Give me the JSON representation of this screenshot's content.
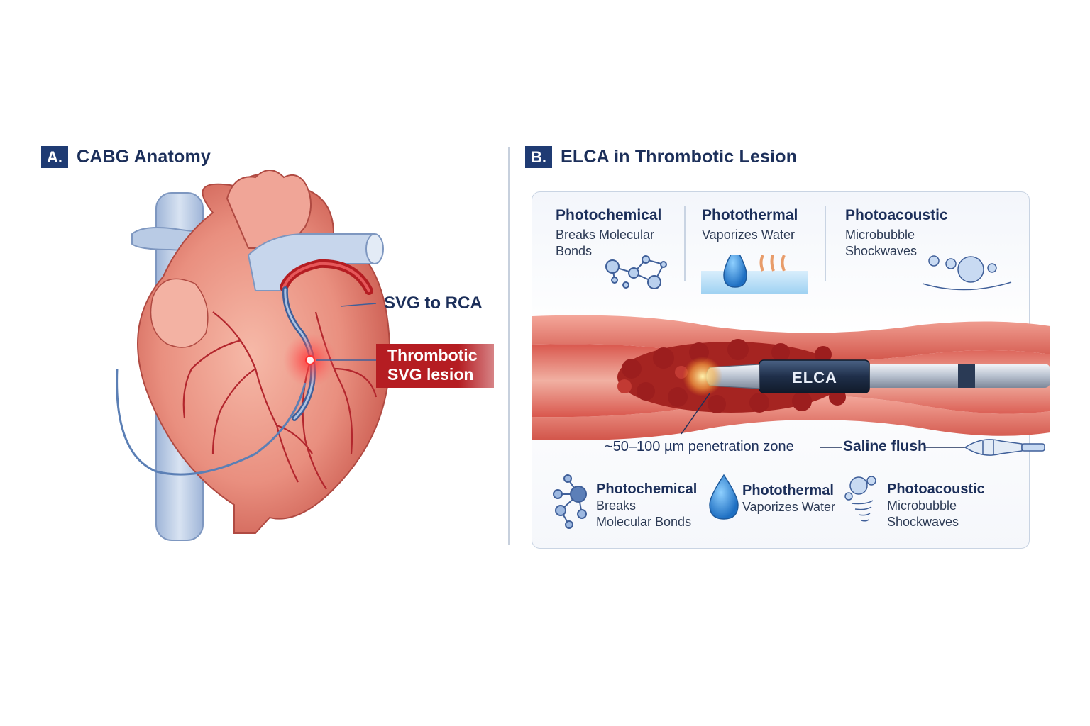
{
  "panel_a": {
    "tag": "A.",
    "title": "CABG Anatomy",
    "labels": {
      "graft": "SVG to RCA",
      "lesion_line1": "Thrombotic",
      "lesion_line2": "SVG lesion"
    }
  },
  "panel_b": {
    "tag": "B.",
    "title": "ELCA in Thrombotic Lesion",
    "top_mechanisms": [
      {
        "title": "Photochemical",
        "desc_line1": "Breaks Molecular",
        "desc_line2": "Bonds",
        "icon": "molecule-icon"
      },
      {
        "title": "Photothermal",
        "desc_line1": "Vaporizes Water",
        "desc_line2": "",
        "icon": "water-drop-icon"
      },
      {
        "title": "Photoacoustic",
        "desc_line1": "Microbubble",
        "desc_line2": "Shockwaves",
        "icon": "bubbles-icon"
      }
    ],
    "catheter_label": "ELCA",
    "zone_label": "~50–100 µm penetration zone",
    "saline_label": "Saline flush",
    "bottom_mechanisms": [
      {
        "title": "Photochemical",
        "desc_line1": "Breaks",
        "desc_line2": "Molecular Bonds",
        "icon": "molecule-icon"
      },
      {
        "title": "Photothermal",
        "desc_line1": "Vaporizes Water",
        "desc_line2": "",
        "icon": "water-drop-icon"
      },
      {
        "title": "Photoacoustic",
        "desc_line1": "Microbubble",
        "desc_line2": "Shockwaves",
        "icon": "shockwave-icon"
      }
    ]
  },
  "colors": {
    "navy": "#1f3b73",
    "lesion_red": "#b51d22",
    "vessel_red": "#c9403a",
    "graft_blue": "#5b7fb5"
  }
}
